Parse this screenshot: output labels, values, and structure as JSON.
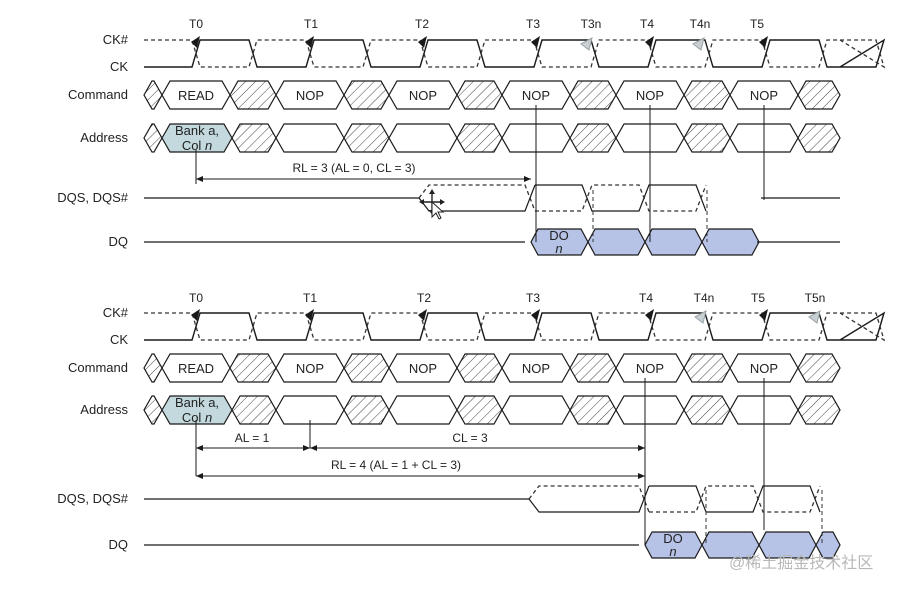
{
  "top": {
    "signals": [
      "CK#",
      "CK",
      "Command",
      "Address",
      "DQS, DQS#",
      "DQ"
    ],
    "clock_labels": [
      "T0",
      "T1",
      "T2",
      "T3",
      "T3n",
      "T4",
      "T4n",
      "T5"
    ],
    "commands": [
      "READ",
      "NOP",
      "NOP",
      "NOP",
      "NOP",
      "NOP"
    ],
    "address": [
      "Bank a,",
      "Col n"
    ],
    "dq": [
      "DO",
      "n"
    ],
    "rl_label": "RL = 3 (AL = 0, CL = 3)"
  },
  "bottom": {
    "signals": [
      "CK#",
      "CK",
      "Command",
      "Address",
      "DQS, DQS#",
      "DQ"
    ],
    "clock_labels": [
      "T0",
      "T1",
      "T2",
      "T3",
      "T4",
      "T4n",
      "T5",
      "T5n"
    ],
    "commands": [
      "READ",
      "NOP",
      "NOP",
      "NOP",
      "NOP",
      "NOP"
    ],
    "address": [
      "Bank a,",
      "Col n"
    ],
    "dq": [
      "DO",
      "n"
    ],
    "al_label": "AL = 1",
    "cl_label": "CL = 3",
    "rl_label": "RL = 4 (AL = 1 + CL = 3)"
  },
  "watermark": "@稀土掘金技术社区",
  "colors": {
    "line": "#1a1a1a",
    "dashed": "#333333",
    "address_fill": "#c4d9de",
    "dq_fill": "#b7c3e6",
    "arrow_gray": "#9aa3a8"
  }
}
